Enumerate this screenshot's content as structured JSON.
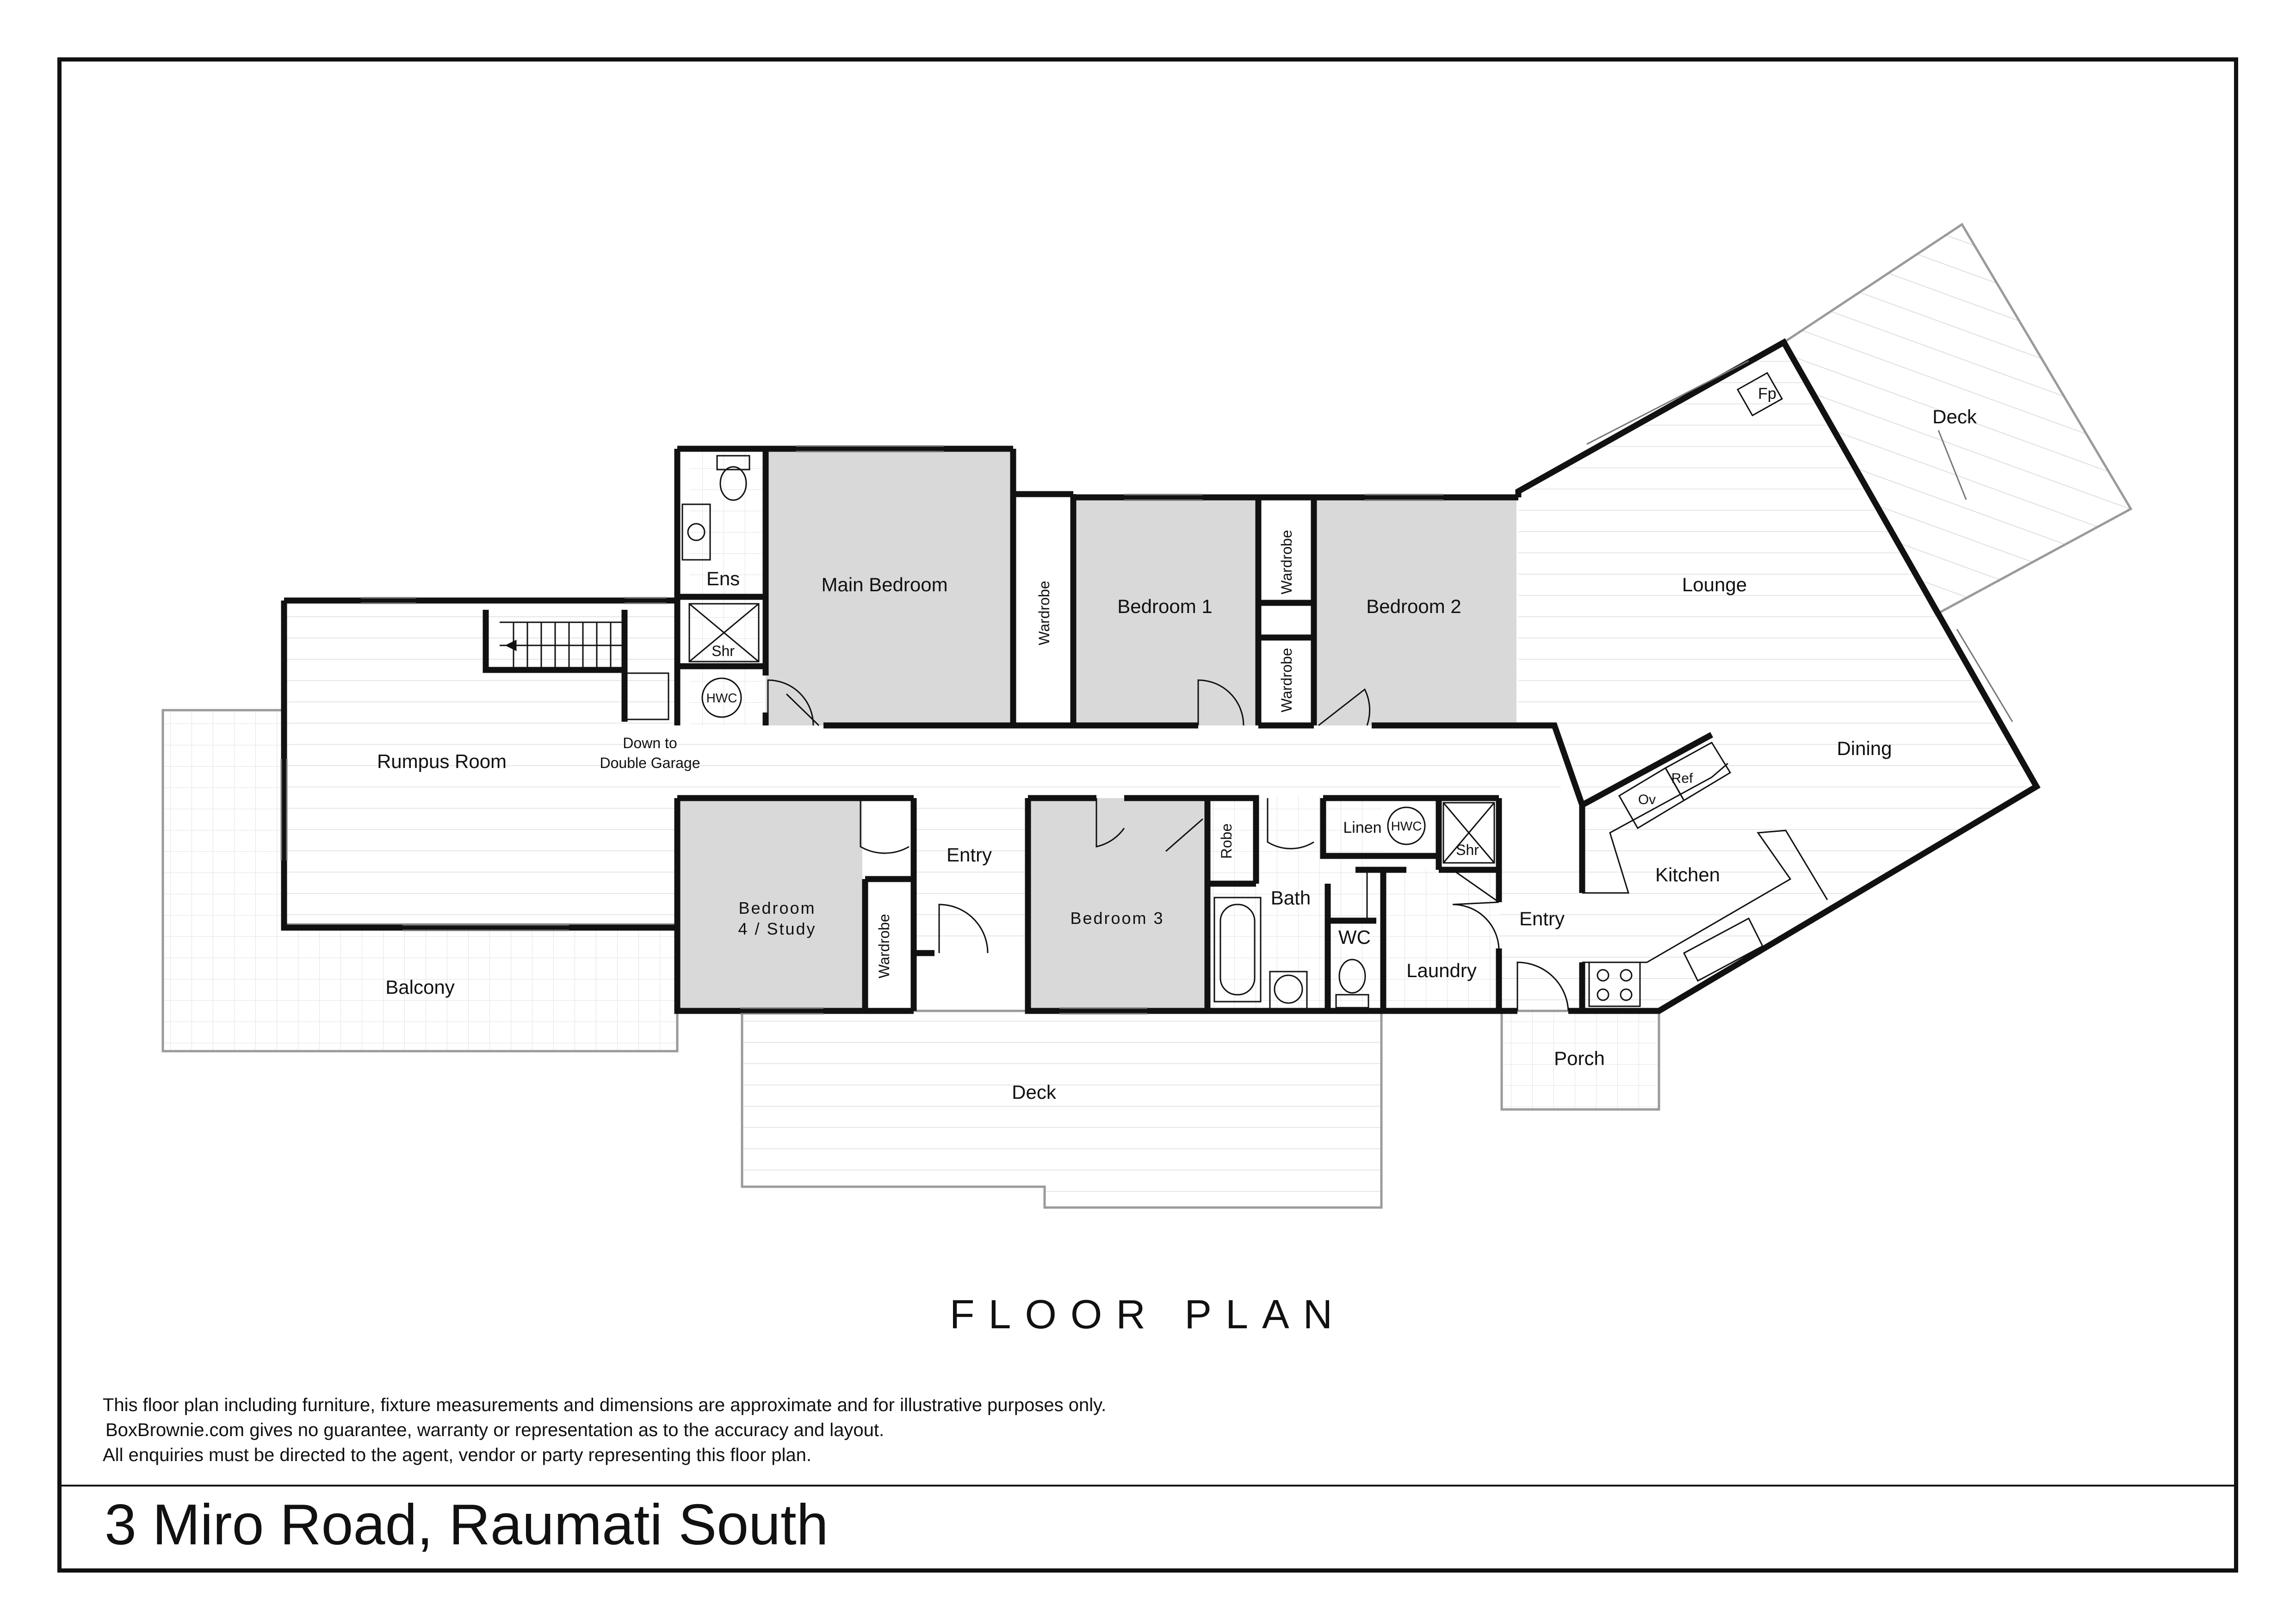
{
  "rooms": {
    "rumpus_room": "Rumpus Room",
    "down_to_garage_line1": "Down to",
    "down_to_garage_line2": "Double Garage",
    "ensuite": "Ens",
    "shower_ens": "Shr",
    "hwc_ens": "HWC",
    "main_bedroom": "Main Bedroom",
    "wardrobe_main": "Wardrobe",
    "bedroom_1": "Bedroom 1",
    "wardrobe_b1_upper": "Wardrobe",
    "wardrobe_b1_lower": "Wardrobe",
    "bedroom_2": "Bedroom 2",
    "lounge": "Lounge",
    "fireplace": "Fp",
    "deck_upper": "Deck",
    "dining": "Dining",
    "oven": "Ov",
    "fridge": "Ref",
    "kitchen": "Kitchen",
    "bedroom_4_line1": "Bedroom",
    "bedroom_4_line2": "4 / Study",
    "wardrobe_b4": "Wardrobe",
    "entry_main": "Entry",
    "bedroom_3": "Bedroom 3",
    "robe": "Robe",
    "bath": "Bath",
    "wc": "WC",
    "linen": "Linen",
    "hwc_linen": "HWC",
    "shower_laundry": "Shr",
    "laundry": "Laundry",
    "entry_side": "Entry",
    "balcony": "Balcony",
    "deck_lower": "Deck",
    "porch": "Porch"
  },
  "title": "FLOOR PLAN",
  "disclaimer": {
    "line1": "This floor plan including furniture, fixture measurements and dimensions are approximate and for illustrative purposes only.",
    "line2": "BoxBrownie.com gives no guarantee, warranty or representation as to the accuracy and layout.",
    "line3": "All enquiries must be directed to the agent, vendor or party representing this floor plan."
  },
  "address": "3 Miro Road, Raumati South",
  "colors": {
    "wall": "#111111",
    "bedroom_fill": "#d9d9d9",
    "outdoor_line": "#9a9a9a",
    "floorboard": "#e4e4e4"
  }
}
